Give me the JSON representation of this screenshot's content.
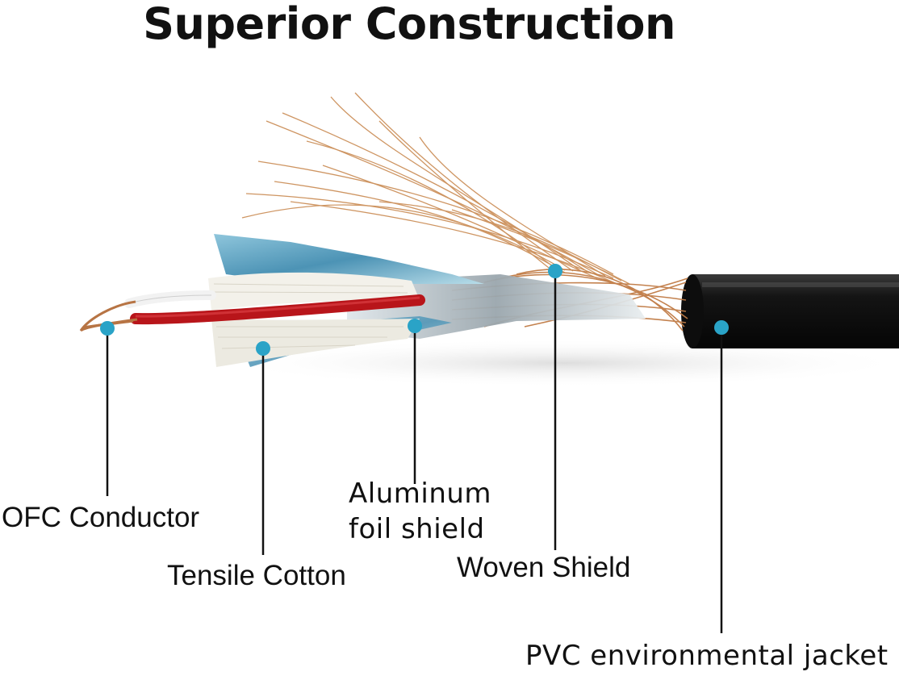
{
  "title": "Superior Construction",
  "callouts": {
    "ofc_conductor": "OFC Conductor",
    "tensile_cotton": "Tensile Cotton",
    "aluminum_foil_line1": "Aluminum",
    "aluminum_foil_line2": "foil shield",
    "woven_shield": "Woven Shield",
    "pvc_jacket": "PVC environmental jacket"
  },
  "colors": {
    "marker": "#2aa3c7",
    "jacket": "#1a1a1a",
    "copper": "#c98a52",
    "red_wire": "#c2191c",
    "foil_blue": "#6fb3cf"
  }
}
